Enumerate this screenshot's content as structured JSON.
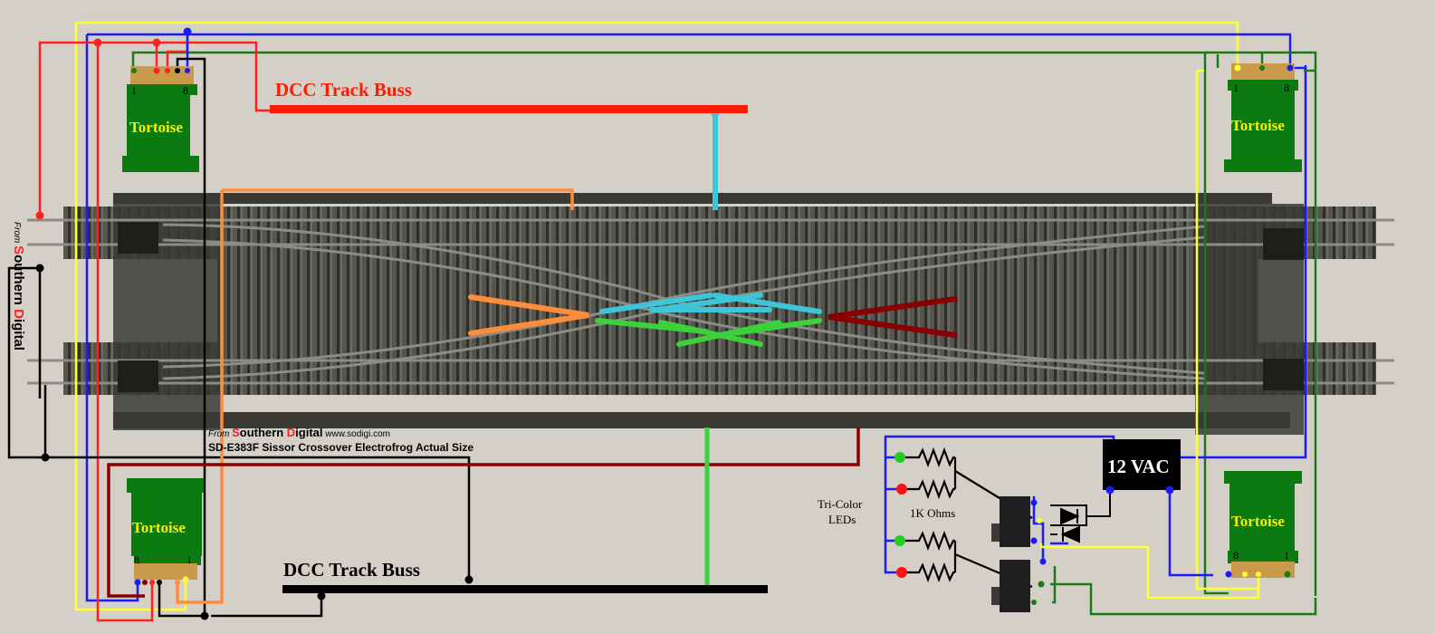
{
  "labels": {
    "dcc_buss_top": "DCC Track Buss",
    "dcc_buss_bottom": "DCC Track Buss",
    "tortoise": "Tortoise",
    "pin_1": "1",
    "pin_8": "8",
    "power": "12 VAC",
    "resistors": "1K Ohms",
    "leds_line1": "Tri-Color",
    "leds_line2": "LEDs",
    "vertical_brand_prefix": "From ",
    "vertical_brand_s": "S",
    "vertical_brand_mid": "outhern ",
    "vertical_brand_d": "D",
    "vertical_brand_rest": "igital",
    "caption_from": "From ",
    "caption_s": "S",
    "caption_mid": "outhern ",
    "caption_d": "D",
    "caption_rest": "igital",
    "caption_url": " www.sodigi.com",
    "caption_line2": "SD-E383F Sissor Crossover Electrofrog Actual Size"
  },
  "colors": {
    "background": "#d4d0c8",
    "tortoise_body": "#0b7a10",
    "tortoise_text": "#f5f000",
    "bus_red": "#ff1a00",
    "bus_black": "#000000",
    "wire_yellow": "#ffff33",
    "wire_blue": "#1a1aff",
    "wire_green": "#1a7a1a",
    "wire_red": "#ff2020",
    "wire_black": "#000000",
    "wire_orange": "#ff8c3a",
    "wire_cyan": "#3ec6d8",
    "wire_lime": "#3ad13a",
    "wire_maroon": "#8a0000",
    "track_dark": "#4a4a44",
    "rail": "#8a8a84",
    "led_green": "#22cc22",
    "led_red": "#ff1111",
    "brand_red": "#ff2020"
  }
}
